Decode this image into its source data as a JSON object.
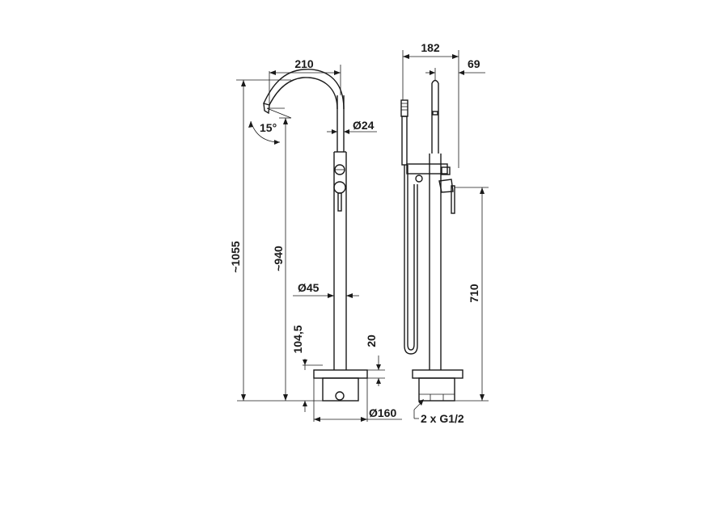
{
  "dimensions": {
    "spout_reach": "210",
    "pipe_diameter": "Ø24",
    "spout_angle": "15°",
    "total_height": "~1055",
    "spout_height": "~940",
    "column_diameter": "Ø45",
    "base_height": "104,5",
    "base_plate_height": "20",
    "base_diameter": "Ø160",
    "side_width": "182",
    "side_offset": "69",
    "mixer_height": "710",
    "connections": "2 x G1/2"
  }
}
